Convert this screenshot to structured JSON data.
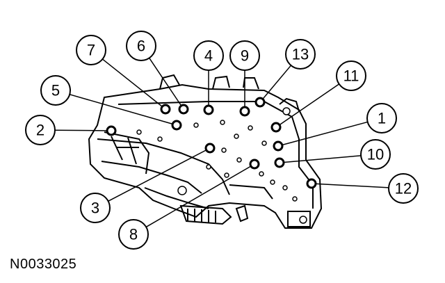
{
  "figure_id": "N0033025",
  "callouts": [
    {
      "id": "1",
      "label": "1"
    },
    {
      "id": "2",
      "label": "2"
    },
    {
      "id": "3",
      "label": "3"
    },
    {
      "id": "4",
      "label": "4"
    },
    {
      "id": "5",
      "label": "5"
    },
    {
      "id": "6",
      "label": "6"
    },
    {
      "id": "7",
      "label": "7"
    },
    {
      "id": "8",
      "label": "8"
    },
    {
      "id": "9",
      "label": "9"
    },
    {
      "id": "10",
      "label": "10"
    },
    {
      "id": "11",
      "label": "11"
    },
    {
      "id": "12",
      "label": "12"
    },
    {
      "id": "13",
      "label": "13"
    }
  ],
  "colors": {
    "ink": "#000000",
    "background": "#ffffff"
  }
}
